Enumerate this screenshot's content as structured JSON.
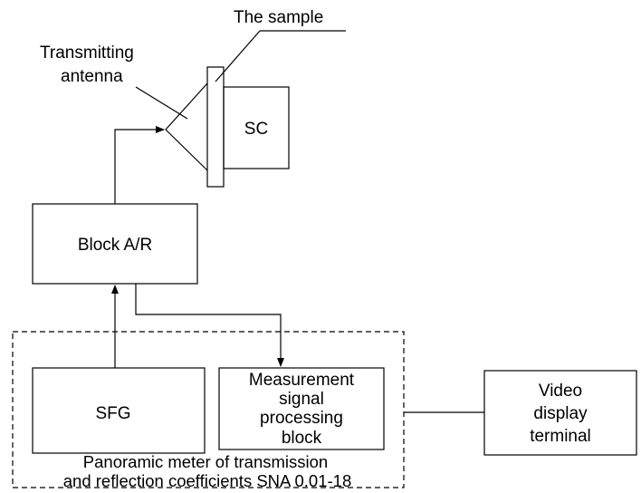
{
  "labels": {
    "sample": "The sample",
    "antenna_line1": "Transmitting",
    "antenna_line2": "antenna",
    "sc": "SC",
    "block_ar": "Block A/R",
    "sfg": "SFG",
    "msp_line1": "Measurement",
    "msp_line2": "signal",
    "msp_line3": "processing",
    "msp_line4": "block",
    "panoramic_line1": "Panoramic meter of transmission",
    "panoramic_line2": "and reflection coefficients SNA 0.01-18",
    "vdt_line1": "Video",
    "vdt_line2": "display",
    "vdt_line3": "terminal"
  }
}
